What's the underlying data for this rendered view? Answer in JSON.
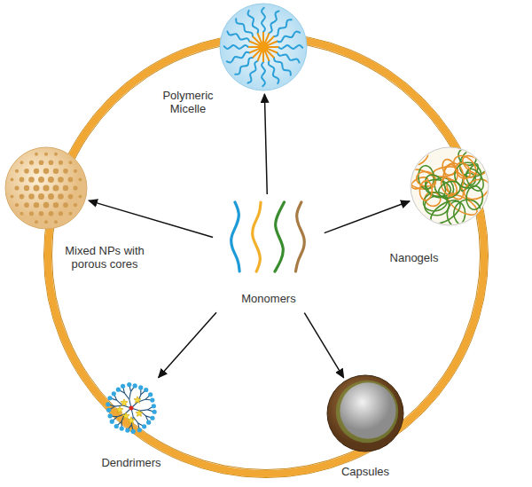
{
  "diagram": {
    "nodes": [
      {
        "text": [
          "Polymeric Micelle"
        ]
      },
      {
        "text": [
          "Mixed NPs with porous cores"
        ]
      },
      {
        "text": [
          "Monomers"
        ]
      },
      {
        "text": [
          "Nanogels"
        ]
      },
      {
        "text": [
          "Dendrimers"
        ]
      },
      {
        "text": [
          "Capsules"
        ]
      }
    ],
    "edges": [
      {
        "from": 2,
        "to": 0,
        "arrow": "to"
      },
      {
        "from": 2,
        "to": 1,
        "arrow": "to"
      },
      {
        "from": 2,
        "to": 3,
        "arrow": "to"
      },
      {
        "from": 2,
        "to": 4,
        "arrow": "to"
      },
      {
        "from": 2,
        "to": 5,
        "arrow": "to"
      }
    ]
  }
}
